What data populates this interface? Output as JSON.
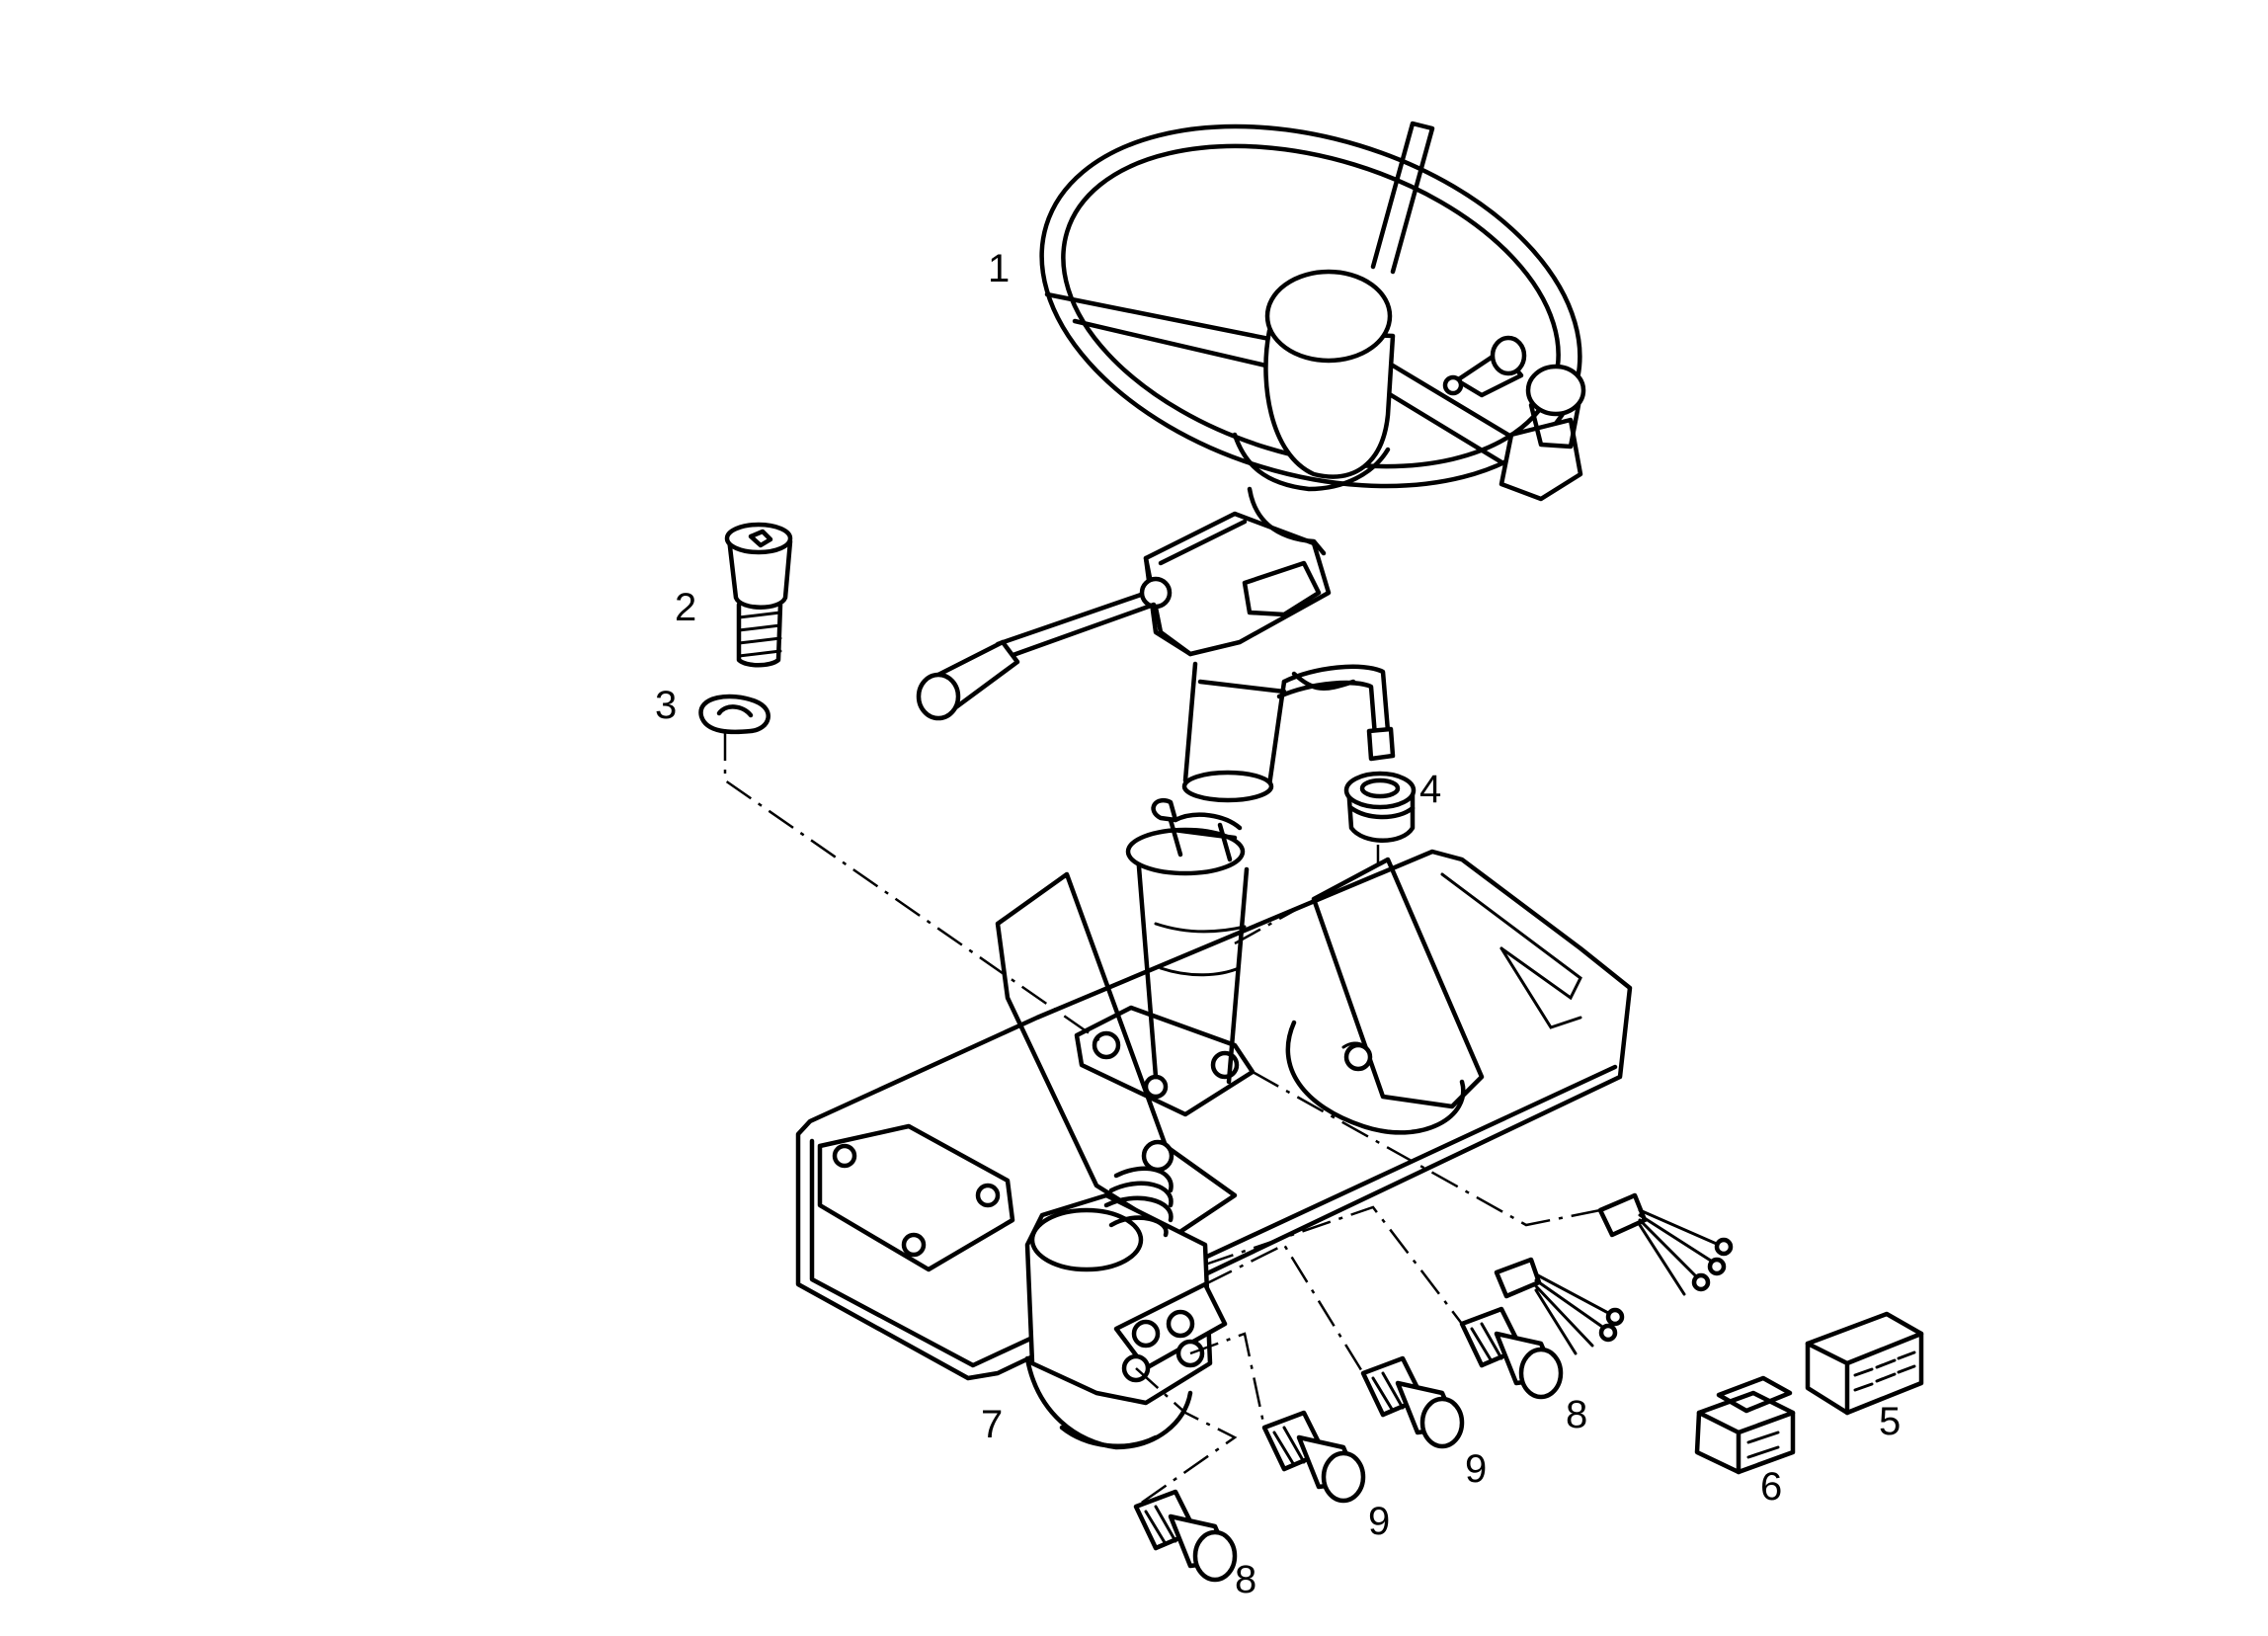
{
  "callouts": [
    {
      "id": "1",
      "text": "1"
    },
    {
      "id": "2",
      "text": "2"
    },
    {
      "id": "3",
      "text": "3"
    },
    {
      "id": "4",
      "text": "4"
    },
    {
      "id": "5",
      "text": "5"
    },
    {
      "id": "6",
      "text": "6"
    },
    {
      "id": "7",
      "text": "7"
    },
    {
      "id": "8a",
      "text": "8"
    },
    {
      "id": "8b",
      "text": "8"
    },
    {
      "id": "9a",
      "text": "9"
    },
    {
      "id": "9b",
      "text": "9"
    }
  ]
}
